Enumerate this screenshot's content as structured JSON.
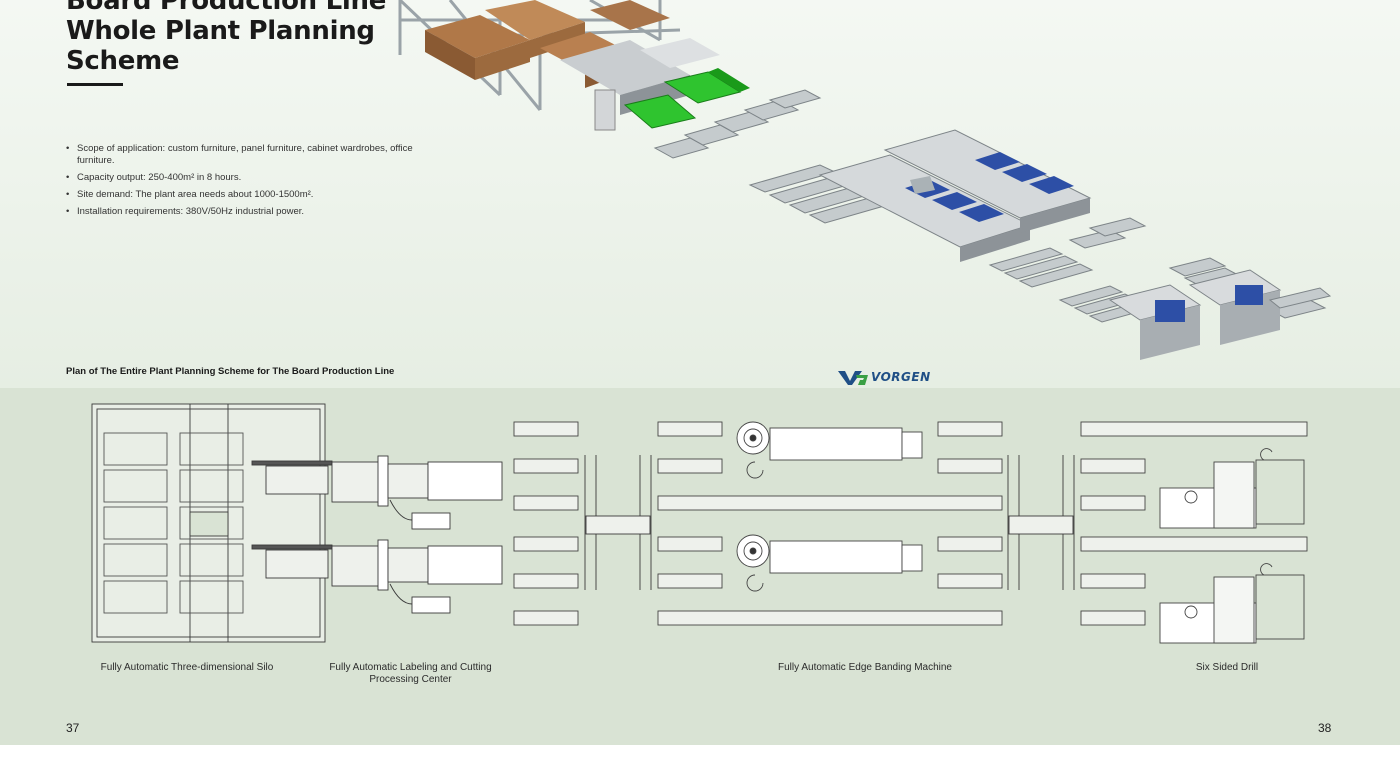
{
  "page": {
    "title_lines": [
      "Board Production Line",
      "Whole Plant Planning",
      "Scheme"
    ],
    "specs": [
      "Scope of application: custom furniture, panel furniture, cabinet wardrobes, office furniture.",
      "Capacity output: 250-400m² in 8 hours.",
      "Site demand: The plant area needs about 1000-1500m².",
      "Installation requirements: 380V/50Hz industrial power."
    ],
    "plan_label": "Plan of The Entire Plant Planning Scheme for The Board Production Line",
    "logo": "VORGEN",
    "page_left": "37",
    "page_right": "38"
  },
  "machines": {
    "silo": "Fully Automatic Three-dimensional Silo",
    "cutting": "Fully Automatic Labeling and Cutting Processing Center",
    "edge_banding": "Fully Automatic Edge Banding Machine",
    "drill": "Six Sided Drill"
  },
  "colors": {
    "top_bg": "#eaf1e7",
    "plan_bg": "#d9e3d4",
    "accent_green": "#2fc42f",
    "solar_blue": "#2d4fa6",
    "logo_blue": "#1f4f86",
    "logo_green": "#3aa044"
  }
}
